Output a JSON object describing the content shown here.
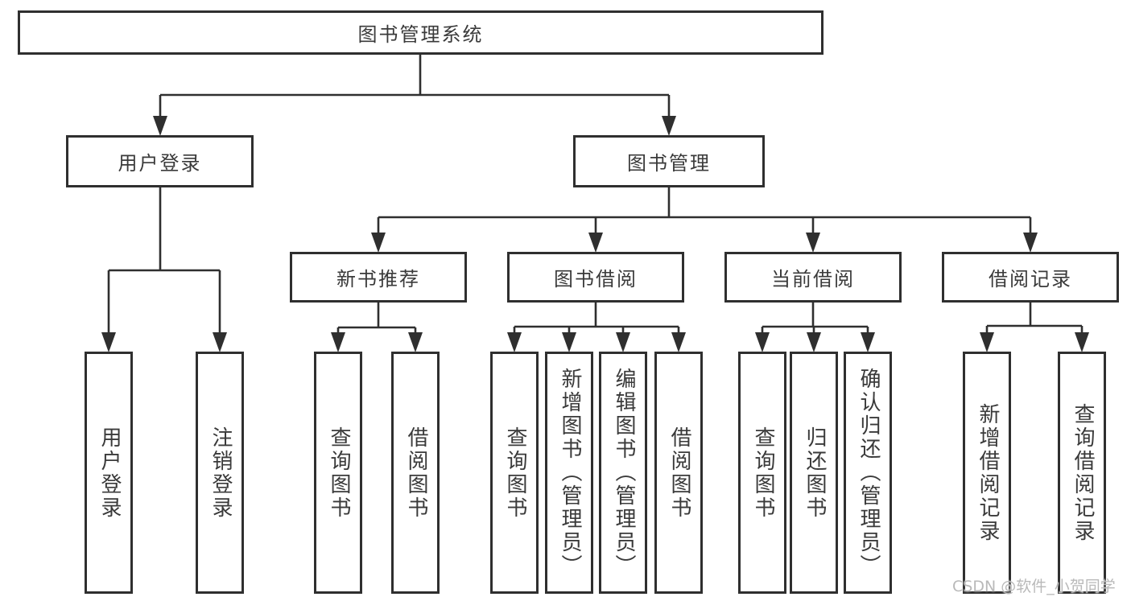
{
  "tree": {
    "label": "图书管理系统",
    "children": [
      {
        "label": "用户登录",
        "children": [
          {
            "label": "用户登录"
          },
          {
            "label": "注销登录"
          }
        ]
      },
      {
        "label": "图书管理",
        "children": [
          {
            "label": "新书推荐",
            "children": [
              {
                "label": "查询图书"
              },
              {
                "label": "借阅图书"
              }
            ]
          },
          {
            "label": "图书借阅",
            "children": [
              {
                "label": "查询图书"
              },
              {
                "label": "新增图书（管理员）"
              },
              {
                "label": "编辑图书（管理员）"
              },
              {
                "label": "借阅图书"
              }
            ]
          },
          {
            "label": "当前借阅",
            "children": [
              {
                "label": "查询图书"
              },
              {
                "label": "归还图书"
              },
              {
                "label": "确认归还（管理员）"
              }
            ]
          },
          {
            "label": "借阅记录",
            "children": [
              {
                "label": "新增借阅记录"
              },
              {
                "label": "查询借阅记录"
              }
            ]
          }
        ]
      }
    ]
  },
  "watermark": "CSDN @软件_小贺同学",
  "colors": {
    "line": "#2f2f2f",
    "text": "#3a3a3a",
    "watermark": "#b9b9b9",
    "background": "#ffffff"
  }
}
